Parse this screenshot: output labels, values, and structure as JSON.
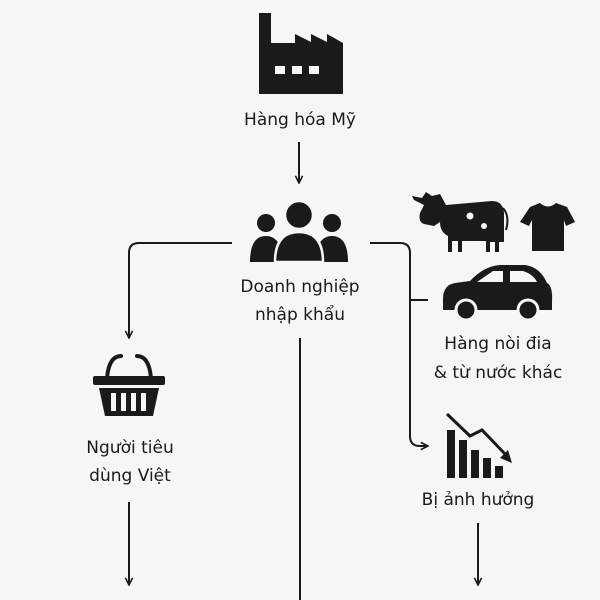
{
  "nodes": {
    "us_goods": {
      "label": "Hàng hóa Mỹ",
      "icon": "factory-icon"
    },
    "importers": {
      "line1": "Doanh nghiệp",
      "line2": "nhập khẩu",
      "icon": "people-group-icon"
    },
    "domestic_goods": {
      "line1": "Hàng nòi đia",
      "line2": "& từ nước khác",
      "icons": [
        "cow-icon",
        "tshirt-icon",
        "car-icon"
      ]
    },
    "vn_consumers": {
      "line1": "Người tiêu",
      "line2": "dùng Việt",
      "icon": "shopping-basket-icon"
    },
    "affected": {
      "label": "Bị ảnh hưởng",
      "icon": "declining-bar-chart-icon"
    }
  },
  "colors": {
    "ink": "#1a1a1a",
    "background": "#f6f6f6"
  }
}
